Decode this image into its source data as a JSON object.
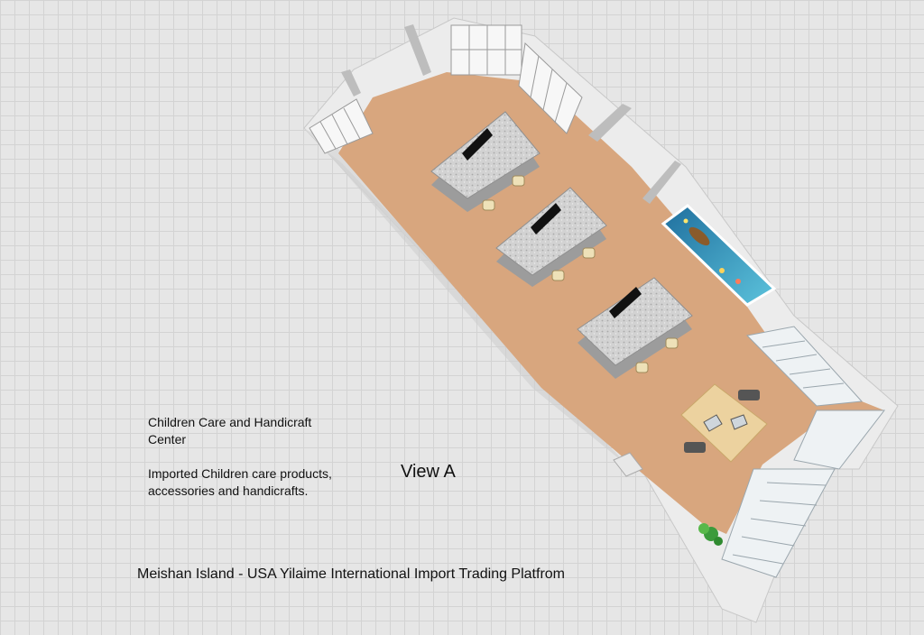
{
  "floorplan": {
    "title": "Children Care and Handicraft\nCenter",
    "description": "Imported Children care products,\naccessories and handicrafts.",
    "view_label": "View A",
    "footer": "Meishan Island - USA Yilaime International Import Trading Platfrom"
  },
  "colors": {
    "floor": "#d8a67e",
    "wall": "#f4f4f4",
    "counter": "#c9c9c9",
    "desk": "#ecd29f",
    "mural": "#3aa2c8",
    "stool": "#eee1b8"
  },
  "icons": [
    "tv-monitor-icon",
    "plant-icon",
    "office-chair-icon",
    "laptop-icon"
  ]
}
